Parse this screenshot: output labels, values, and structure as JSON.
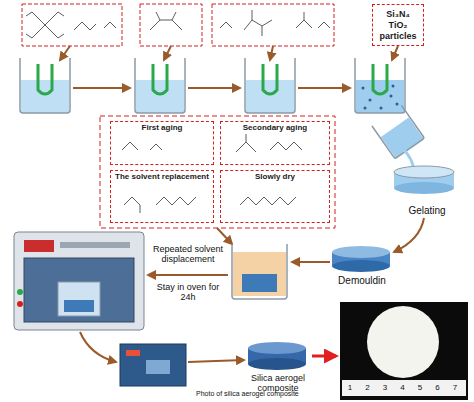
{
  "diagram": {
    "nodes": [
      {
        "text": [
          "Si₃N₄ TiO₂ particles"
        ]
      },
      {
        "text": [
          "First aging"
        ]
      },
      {
        "text": [
          "Secondary aging"
        ]
      },
      {
        "text": [
          "The solvent replacement"
        ]
      },
      {
        "text": [
          "Slowly dry"
        ]
      }
    ],
    "labels": [
      "Gelating",
      "Demouldin",
      "Repeated solvent displacement",
      "Stay in oven for 24h",
      "Silica aerogel composite",
      "Photo of silica aerogel composite",
      "1",
      "2",
      "3",
      "4",
      "5",
      "6",
      "7"
    ]
  }
}
